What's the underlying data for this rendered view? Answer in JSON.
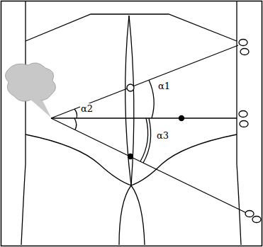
{
  "diagram": {
    "labels": [
      "α1",
      "α2",
      "α3"
    ]
  }
}
